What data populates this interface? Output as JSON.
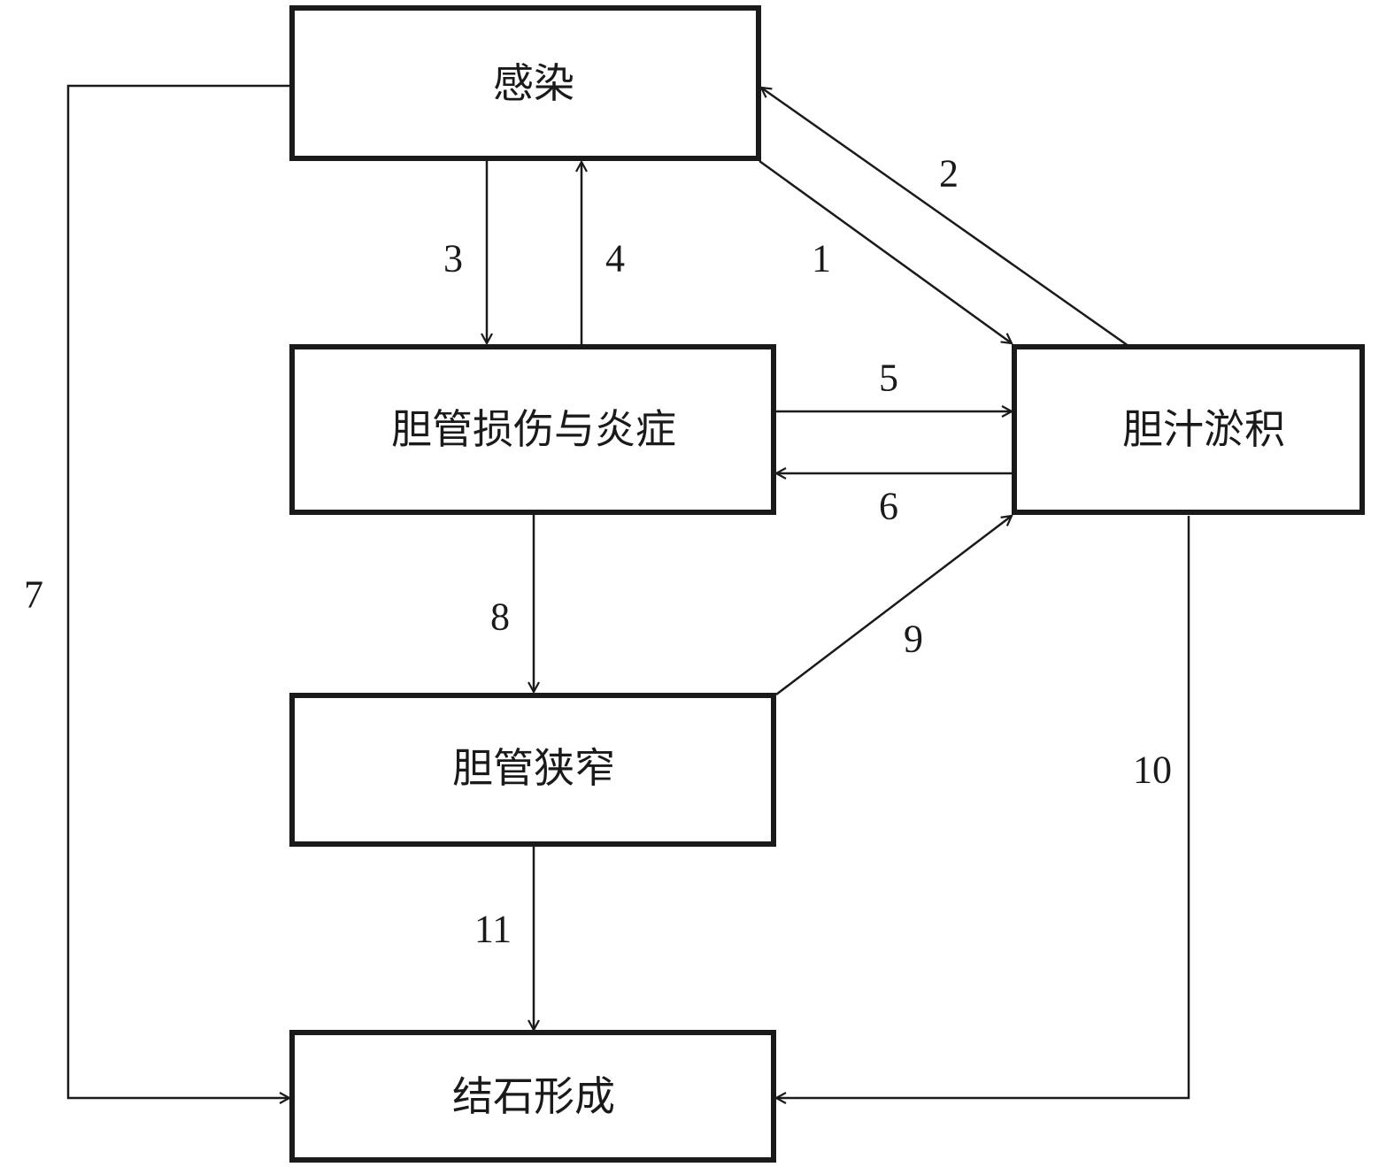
{
  "diagram": {
    "nodes": [
      {
        "id": "infection",
        "label": "感染"
      },
      {
        "id": "duct_injury",
        "label": "胆管损伤与炎症"
      },
      {
        "id": "cholestasis",
        "label": "胆汁淤积"
      },
      {
        "id": "stricture",
        "label": "胆管狭窄"
      },
      {
        "id": "stone",
        "label": "结石形成"
      }
    ],
    "edges": [
      {
        "label": "1",
        "from": "infection",
        "to": "cholestasis"
      },
      {
        "label": "2",
        "from": "cholestasis",
        "to": "infection"
      },
      {
        "label": "3",
        "from": "infection",
        "to": "duct_injury"
      },
      {
        "label": "4",
        "from": "duct_injury",
        "to": "infection"
      },
      {
        "label": "5",
        "from": "duct_injury",
        "to": "cholestasis"
      },
      {
        "label": "6",
        "from": "cholestasis",
        "to": "duct_injury"
      },
      {
        "label": "7",
        "from": "infection",
        "to": "stone"
      },
      {
        "label": "8",
        "from": "duct_injury",
        "to": "stricture"
      },
      {
        "label": "9",
        "from": "stricture",
        "to": "cholestasis"
      },
      {
        "label": "10",
        "from": "cholestasis",
        "to": "stone"
      },
      {
        "label": "11",
        "from": "stricture",
        "to": "stone"
      }
    ]
  }
}
